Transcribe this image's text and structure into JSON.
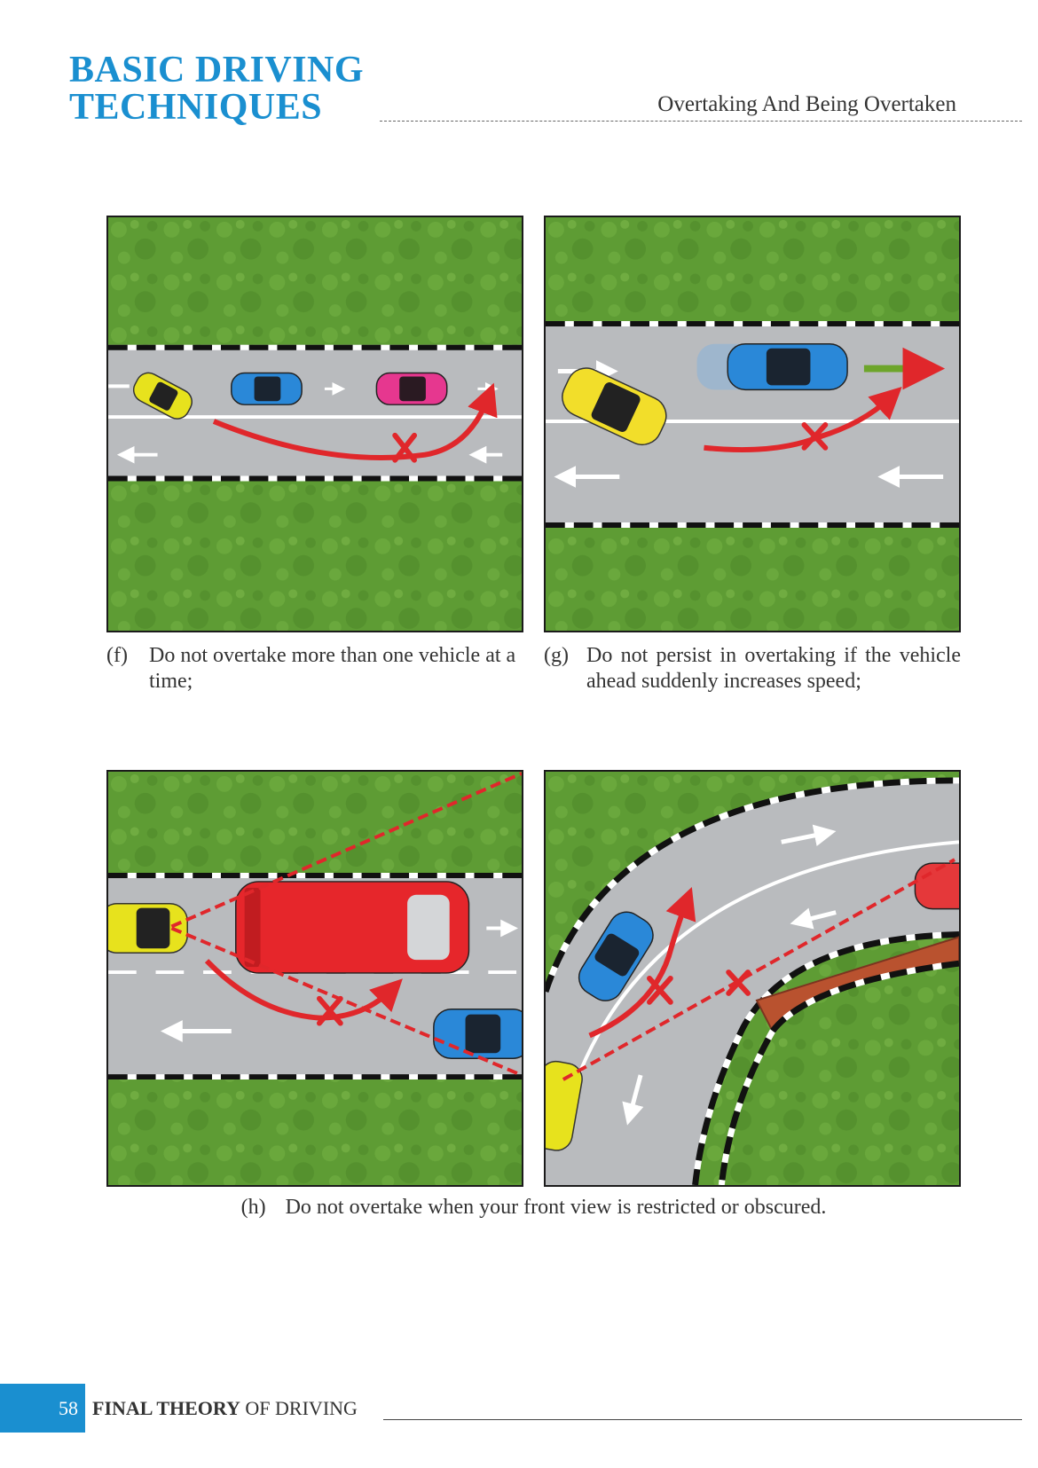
{
  "header": {
    "title_line1": "BASIC DRIVING",
    "title_line2": "TECHNIQUES",
    "section": "Overtaking And Being Overtaken"
  },
  "figures": [
    {
      "label": "(f)",
      "text": "Do not overtake more than one vehicle at a time;"
    },
    {
      "label": "(g)",
      "text": "Do not persist in overtaking if the vehicle ahead suddenly increases speed;"
    },
    {
      "label": "(h)",
      "text": "Do not overtake when your front view is restricted or obscured."
    }
  ],
  "footer": {
    "page_number": "58",
    "book_bold": "FINAL THEORY",
    "book_rest": "OF DRIVING"
  },
  "colors": {
    "accent": "#1a8fd0",
    "grass": "#5d9a33",
    "road": "#b9bbbe",
    "warning_red": "#e0272b"
  }
}
